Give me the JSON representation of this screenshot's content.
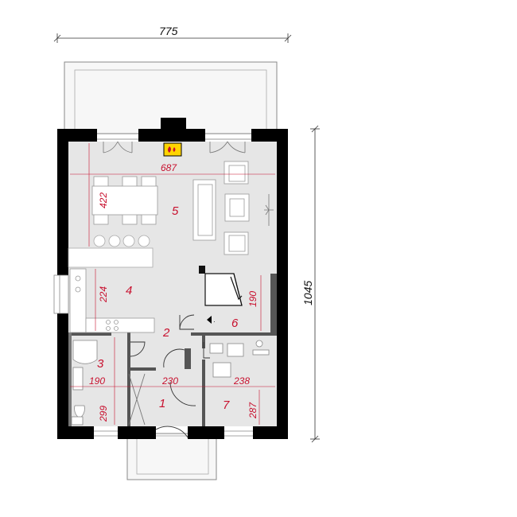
{
  "overall": {
    "width": "775",
    "depth": "1045"
  },
  "dimensions": {
    "living_width": "687",
    "dining_depth": "422",
    "kitchen_depth": "224",
    "stair_depth": "190",
    "bath_depth": "190",
    "bath_lower": "299",
    "hall_width": "230",
    "utility_width": "238",
    "utility_depth": "287"
  },
  "rooms": {
    "r1": "1",
    "r2": "2",
    "r3": "3",
    "r4": "4",
    "r5": "5",
    "r6": "6",
    "r7": "7"
  },
  "colors": {
    "wall": "#000000",
    "floor": "#e6e6e6",
    "terrace": "#f7f7f7",
    "dimension": "#c8102e",
    "fireplace": "#ffd400"
  }
}
